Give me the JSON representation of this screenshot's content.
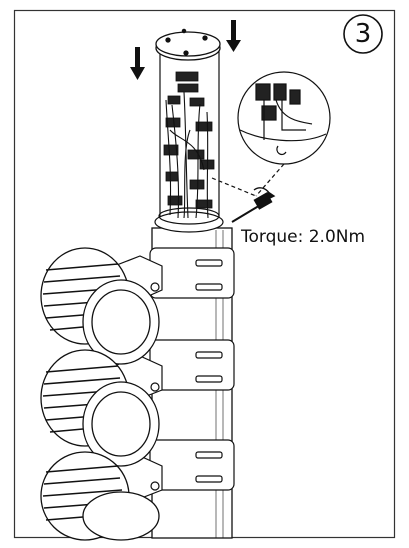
{
  "step": {
    "number": "3"
  },
  "annotation": {
    "torque": "Torque: 2.0Nm"
  },
  "icons": [
    "down-arrow-icon",
    "screwdriver-icon",
    "magnifier-callout"
  ],
  "colors": {
    "line": "#111111",
    "background": "#ffffff"
  }
}
